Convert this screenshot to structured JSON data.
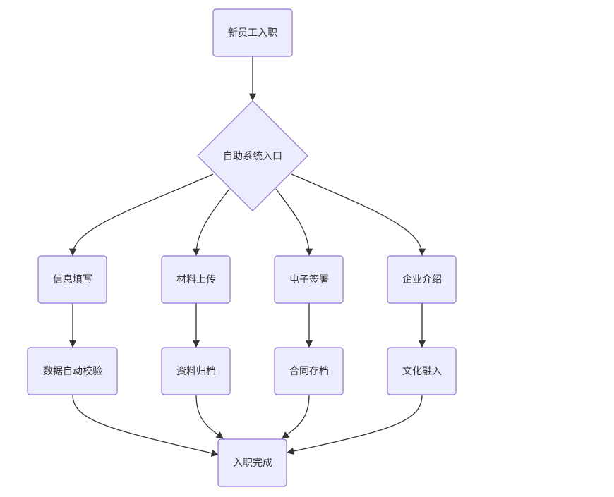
{
  "diagram": {
    "type": "flowchart",
    "colors": {
      "node_fill": "#ececff",
      "node_stroke": "#9370db",
      "edge": "#333333",
      "text": "#333333"
    },
    "nodes": [
      {
        "id": "start",
        "label": "新员工入职",
        "shape": "rect"
      },
      {
        "id": "portal",
        "label": "自助系统入口",
        "shape": "diamond"
      },
      {
        "id": "info",
        "label": "信息填写",
        "shape": "rect"
      },
      {
        "id": "upload",
        "label": "材料上传",
        "shape": "rect"
      },
      {
        "id": "esign",
        "label": "电子签署",
        "shape": "rect"
      },
      {
        "id": "intro",
        "label": "企业介绍",
        "shape": "rect"
      },
      {
        "id": "validate",
        "label": "数据自动校验",
        "shape": "rect"
      },
      {
        "id": "archive",
        "label": "资料归档",
        "shape": "rect"
      },
      {
        "id": "contract",
        "label": "合同存档",
        "shape": "rect"
      },
      {
        "id": "culture",
        "label": "文化融入",
        "shape": "rect"
      },
      {
        "id": "done",
        "label": "入职完成",
        "shape": "rect"
      }
    ],
    "edges": [
      {
        "from": "start",
        "to": "portal"
      },
      {
        "from": "portal",
        "to": "info"
      },
      {
        "from": "portal",
        "to": "upload"
      },
      {
        "from": "portal",
        "to": "esign"
      },
      {
        "from": "portal",
        "to": "intro"
      },
      {
        "from": "info",
        "to": "validate"
      },
      {
        "from": "upload",
        "to": "archive"
      },
      {
        "from": "esign",
        "to": "contract"
      },
      {
        "from": "intro",
        "to": "culture"
      },
      {
        "from": "validate",
        "to": "done"
      },
      {
        "from": "archive",
        "to": "done"
      },
      {
        "from": "contract",
        "to": "done"
      },
      {
        "from": "culture",
        "to": "done"
      }
    ]
  }
}
